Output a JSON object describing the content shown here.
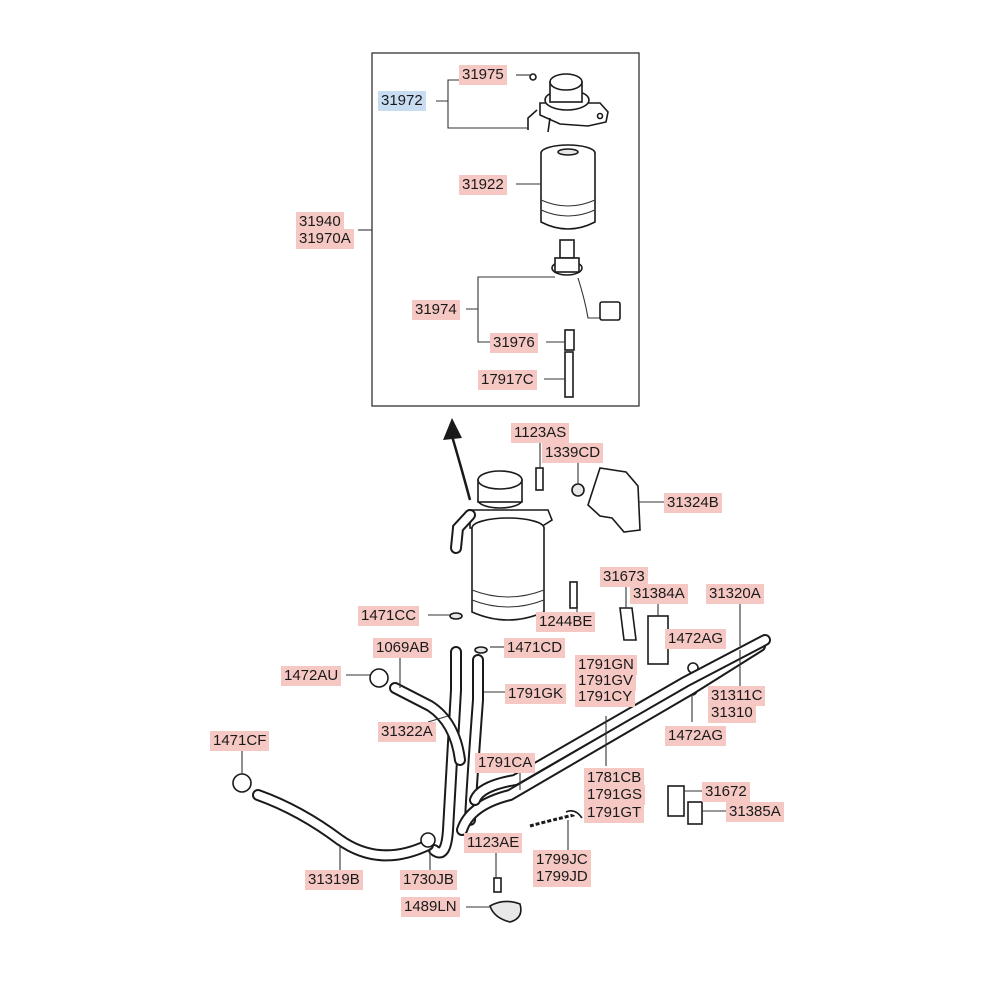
{
  "labels": {
    "l31975": "31975",
    "l31972": "31972",
    "l31922": "31922",
    "l31940": "31940",
    "l31970A": "31970A",
    "l31974": "31974",
    "l31976": "31976",
    "l17917C": "17917C",
    "l1123AS": "1123AS",
    "l1339CD": "1339CD",
    "l31324B": "31324B",
    "l31673": "31673",
    "l31384A": "31384A",
    "l31320A": "31320A",
    "l1471CC": "1471CC",
    "l1244BE": "1244BE",
    "l1472AG_a": "1472AG",
    "l1069AB": "1069AB",
    "l1471CD": "1471CD",
    "l1791GN": "1791GN",
    "l1791GV": "1791GV",
    "l1791CY": "1791CY",
    "l1472AU": "1472AU",
    "l1791GK": "1791GK",
    "l31311C": "31311C",
    "l31310": "31310",
    "l31322A": "31322A",
    "l1472AG_b": "1472AG",
    "l1471CF": "1471CF",
    "l1791CA": "1791CA",
    "l1781CB": "1781CB",
    "l1791GS": "1791GS",
    "l1791GT": "1791GT",
    "l31672": "31672",
    "l31385A": "31385A",
    "l1123AE": "1123AE",
    "l1799JC": "1799JC",
    "l1799JD": "1799JD",
    "l31319B": "31319B",
    "l1730JB": "1730JB",
    "l1489LN": "1489LN"
  },
  "colors": {
    "label_bg": "#f6c8c4",
    "label_selected_bg": "#c9ddf2",
    "line": "#333333"
  },
  "selected_label": "31972"
}
